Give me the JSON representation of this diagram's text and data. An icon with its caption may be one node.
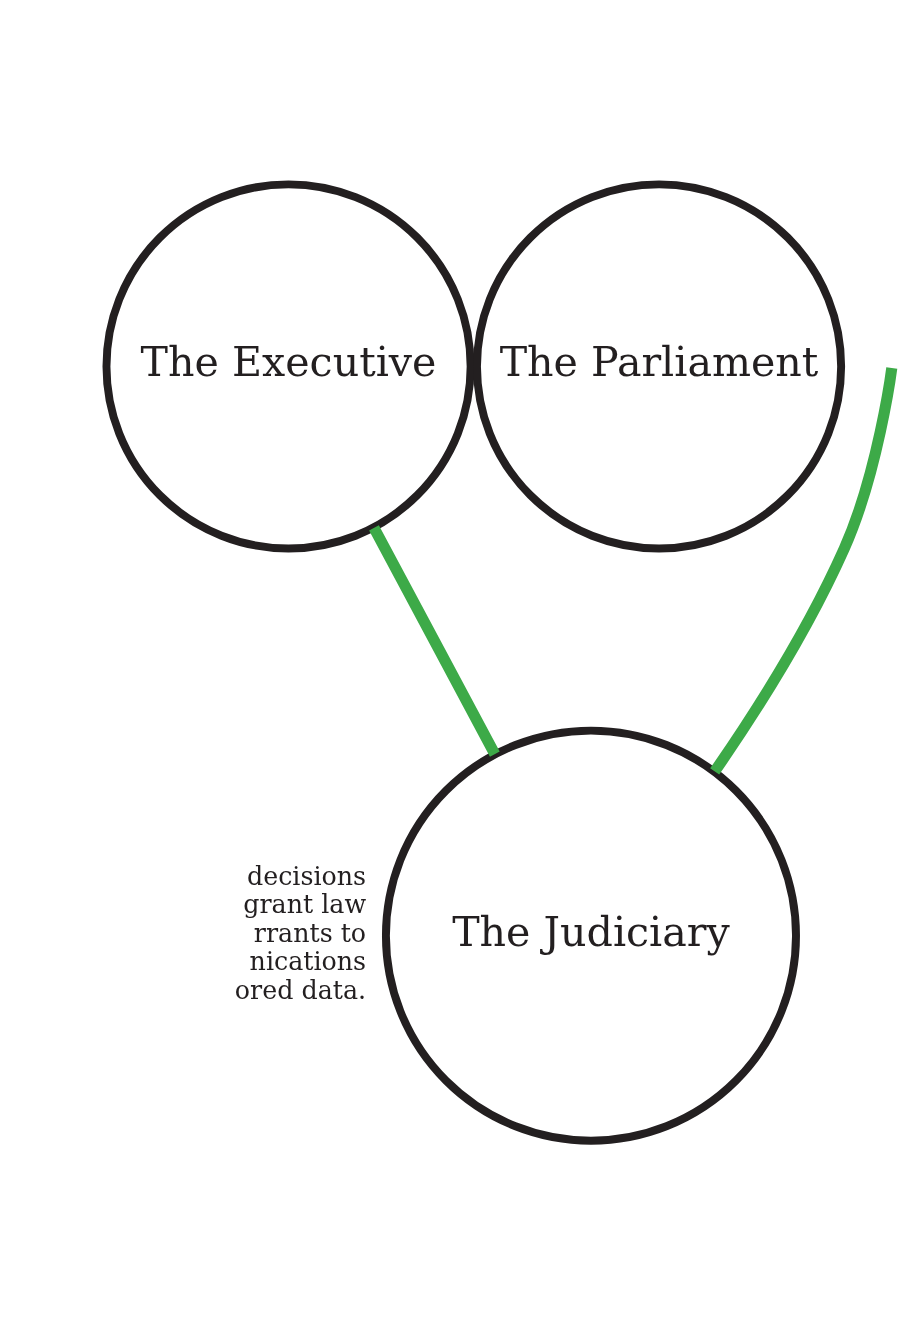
{
  "diagram": {
    "nodes": [
      {
        "text": [
          "The Executive"
        ]
      },
      {
        "text": [
          "The Parliament"
        ]
      },
      {
        "text": [
          "The Judiciary"
        ]
      }
    ],
    "edges": [
      {
        "from": 0,
        "to": 2,
        "arrow": "none",
        "color": "#3daa48"
      },
      {
        "from": 2,
        "to": null,
        "arrow": "none",
        "color": "#3daa48"
      }
    ],
    "labels": [
      "decisions grant law rrants to nications ored data."
    ]
  }
}
